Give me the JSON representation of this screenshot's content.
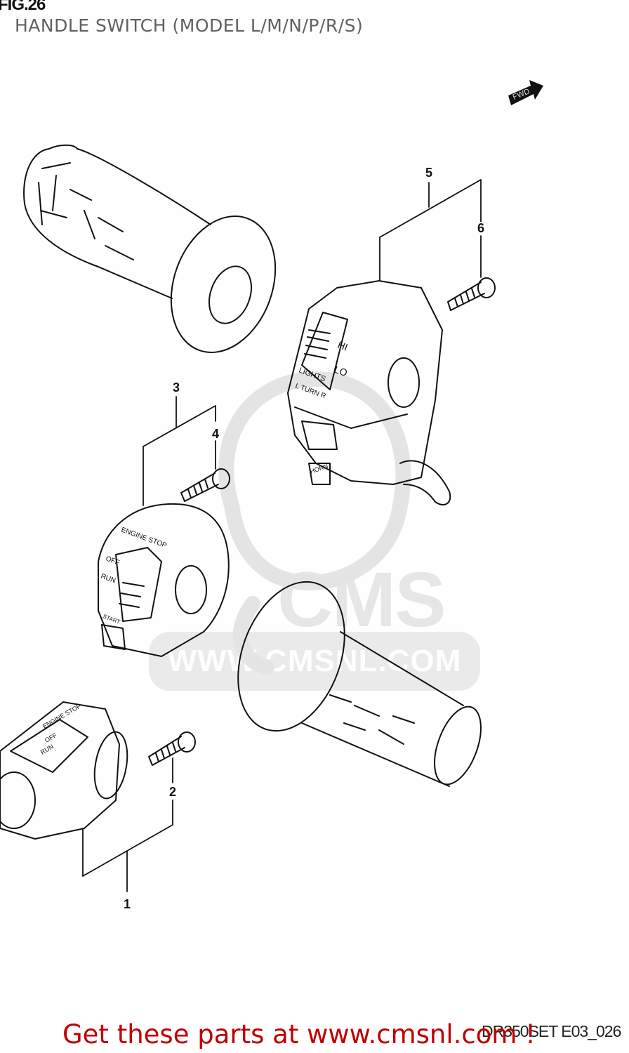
{
  "header": {
    "figure_number": "FIG.26",
    "title": "HANDLE SWITCH (MODEL L/M/N/P/R/S)"
  },
  "direction_indicator": {
    "label": "FWD",
    "icon": "forward-arrow-icon"
  },
  "callouts": [
    {
      "id": "1",
      "label": "1"
    },
    {
      "id": "2",
      "label": "2"
    },
    {
      "id": "3",
      "label": "3"
    },
    {
      "id": "4",
      "label": "4"
    },
    {
      "id": "5",
      "label": "5"
    },
    {
      "id": "6",
      "label": "6"
    }
  ],
  "parts": {
    "right_switch_labels": [
      "ENGINE STOP",
      "OFF",
      "RUN"
    ],
    "left_switch_labels": [
      "HI",
      "LO",
      "LIGHTS",
      "L TURN R",
      "HORN"
    ],
    "right_switch_alt_labels": [
      "ENGINE STOP",
      "OFF",
      "RUN",
      "START"
    ]
  },
  "watermark": {
    "brand": "CMS",
    "url": "WWW.CMSNL.COM"
  },
  "footer": {
    "promo_text": "Get these parts at www.cmsnl.com !",
    "drawing_code": "DR350SET E03_026",
    "promo_color": "#c00000"
  }
}
